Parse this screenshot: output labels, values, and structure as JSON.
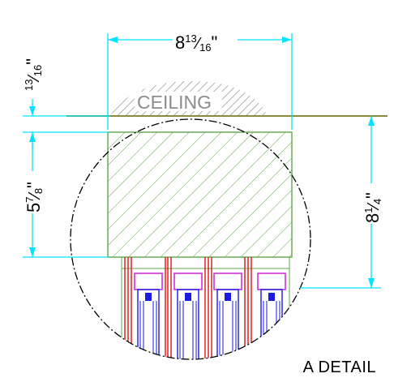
{
  "dimensions": {
    "width_whole": "8",
    "width_num": "13",
    "width_den": "16",
    "width_unit": "\"",
    "gap_num": "13",
    "gap_den": "16",
    "gap_unit": "\"",
    "block_whole": "5",
    "block_num": "7",
    "block_den": "8",
    "block_unit": "\"",
    "overall_whole": "8",
    "overall_num": "1",
    "overall_den": "4",
    "overall_unit": "\""
  },
  "ceiling_label": "CEILING",
  "title": "A DETAIL",
  "colors": {
    "dimension": "#00e5ff",
    "ceiling_line": "#8a8a3a",
    "block_hatch": "#5fa84a",
    "ceiling_hatch": "#a0a0a0",
    "mullion_red": "#e01010",
    "gasket_magenta": "#d020d0",
    "frame_blue": "#1a1ae0"
  }
}
